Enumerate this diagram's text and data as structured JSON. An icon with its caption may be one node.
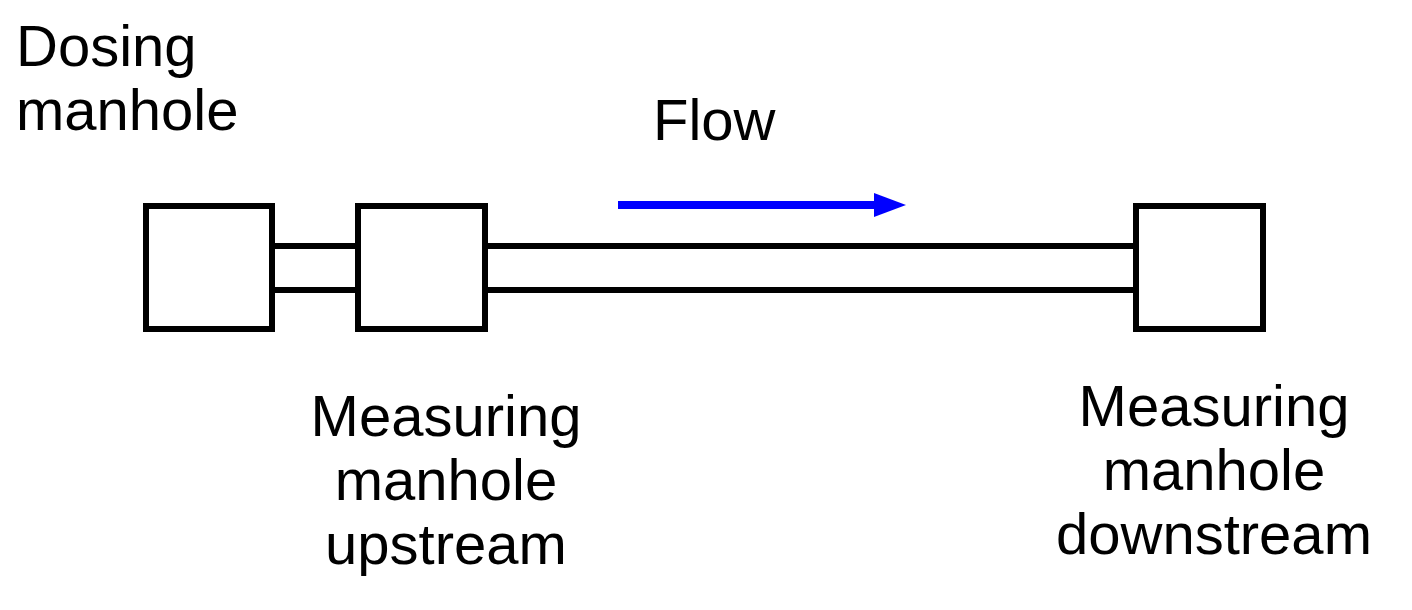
{
  "diagram": {
    "nodes": [
      {
        "text": [
          "Dosing manhole"
        ]
      },
      {
        "text": [
          "Measuring manhole upstream"
        ]
      },
      {
        "text": [
          "Measuring manhole downstream"
        ]
      }
    ],
    "edges": [
      {
        "from": 0,
        "to": 1,
        "arrow": "none"
      },
      {
        "from": 1,
        "to": 2,
        "arrow": "none"
      }
    ],
    "labels": [
      "Flow"
    ]
  }
}
